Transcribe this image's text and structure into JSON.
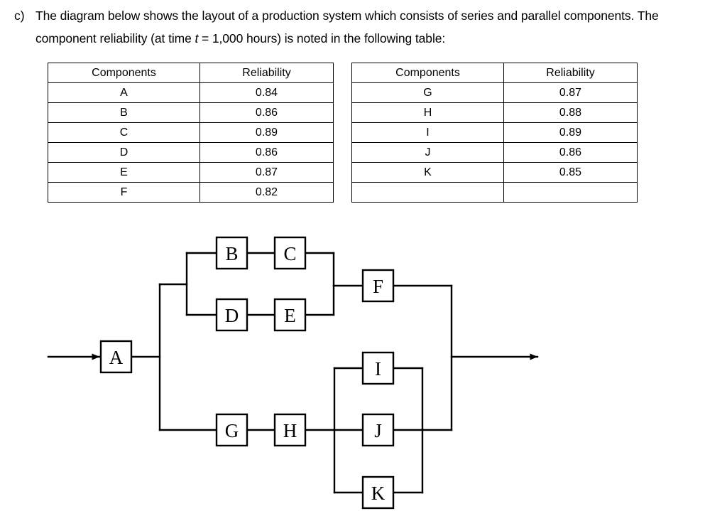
{
  "question": {
    "label": "c)",
    "line1_before_t": "The diagram below shows the layout of a production system which consists of series and parallel components. The component reliability (at time ",
    "t_symbol": "t",
    "line1_after_t": " = 1,000 hours) is noted in the following table:"
  },
  "table_left": {
    "headers": [
      "Components",
      "Reliability"
    ],
    "rows": [
      [
        "A",
        "0.84"
      ],
      [
        "B",
        "0.86"
      ],
      [
        "C",
        "0.89"
      ],
      [
        "D",
        "0.86"
      ],
      [
        "E",
        "0.87"
      ],
      [
        "F",
        "0.82"
      ]
    ]
  },
  "table_right": {
    "headers": [
      "Components",
      "Reliability"
    ],
    "rows": [
      [
        "G",
        "0.87"
      ],
      [
        "H",
        "0.88"
      ],
      [
        "I",
        "0.89"
      ],
      [
        "J",
        "0.86"
      ],
      [
        "K",
        "0.85"
      ],
      [
        "",
        ""
      ]
    ]
  },
  "diagram": {
    "line_color": "#000000",
    "box_fill": "#ffffff",
    "blocks": {
      "A": "A",
      "B": "B",
      "C": "C",
      "D": "D",
      "E": "E",
      "F": "F",
      "G": "G",
      "H": "H",
      "I": "I",
      "J": "J",
      "K": "K"
    }
  }
}
